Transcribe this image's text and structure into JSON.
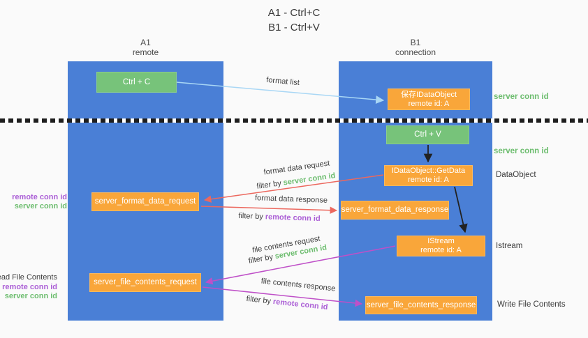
{
  "title": {
    "line1": "A1 - Ctrl+C",
    "line2": "B1 - Ctrl+V"
  },
  "lifelines": {
    "a": {
      "id": "A1",
      "name": "remote"
    },
    "b": {
      "id": "B1",
      "name": "connection"
    }
  },
  "nodes": {
    "ctrl_c": {
      "label": "Ctrl + C"
    },
    "save_dataobject": {
      "line1": "保存IDataObject",
      "line2": "remote id: A"
    },
    "ctrl_v": {
      "label": "Ctrl + V"
    },
    "getdata": {
      "line1": "IDataObject::GetData",
      "line2": "remote id: A"
    },
    "server_format_data_request": {
      "label": "server_format_data_request"
    },
    "server_format_data_response": {
      "label": "server_format_data_response"
    },
    "istream": {
      "line1": "IStream",
      "line2": "remote id: A"
    },
    "server_file_contents_request": {
      "label": "server_file_contents_request"
    },
    "server_file_contents_response": {
      "label": "server_file_contents_response"
    }
  },
  "side_labels": {
    "server_conn_id_top": "server conn id",
    "server_conn_id_mid": "server conn id",
    "dataobject": "DataObject",
    "istream": "Istream",
    "write_file_contents": "Write File Contents",
    "read_file_contents": "Read File Contents",
    "left_group1": {
      "remote": "remote conn id",
      "server": "server conn id"
    },
    "left_group2": {
      "remote": "remote conn id",
      "server": "server conn id"
    }
  },
  "arrows": {
    "format_list": {
      "label": "format list"
    },
    "format_data_request": {
      "label": "format data request",
      "filter_prefix": "filter by ",
      "filter_key": "server conn id"
    },
    "format_data_response": {
      "label": "format data response",
      "filter_prefix": "filter by ",
      "filter_key": "remote conn id"
    },
    "file_contents_request": {
      "label": "file contents request",
      "filter_prefix": "filter by ",
      "filter_key": "server conn id"
    },
    "file_contents_response": {
      "label": "file contents response",
      "filter_prefix": "filter by ",
      "filter_key": "remote conn id"
    }
  },
  "colors": {
    "lifeline_blue": "#4a7fd6",
    "node_green": "#77c37a",
    "node_orange": "#f9a63a",
    "arrow_lightblue": "#a9d7f5",
    "arrow_red": "#ec685e",
    "arrow_magenta": "#bf50c8",
    "arrow_black": "#222222",
    "label_green": "#6dbd6f",
    "label_purple": "#ab5fd6",
    "text_dark": "#3c3c3c"
  }
}
